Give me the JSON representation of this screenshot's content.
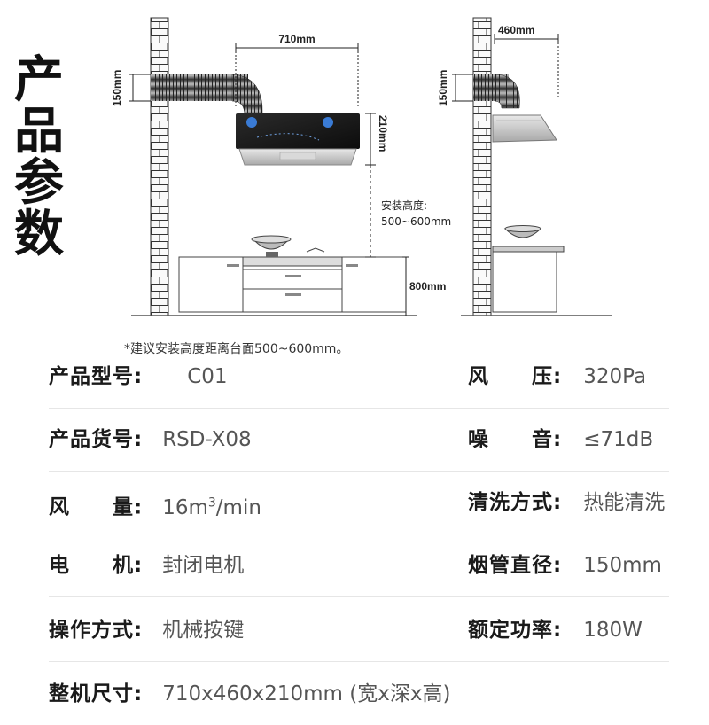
{
  "title_chars": [
    "产",
    "品",
    "参",
    "数"
  ],
  "diagram": {
    "front_width": "710mm",
    "depth": "460mm",
    "duct_height_left": "150mm",
    "duct_height_right": "150mm",
    "hood_height": "210mm",
    "install_height_label": "安装高度:",
    "install_height_value": "500~600mm",
    "counter_height": "800mm"
  },
  "note": "*建议安装高度距离台面500~600mm。",
  "specs": {
    "model": {
      "label": "产品型号:",
      "value": "C01"
    },
    "sku": {
      "label": "产品货号:",
      "value": "RSD-X08"
    },
    "airflow": {
      "label": "风　　量:",
      "value_base": "16m",
      "value_sup": "3",
      "value_unit": "/min"
    },
    "motor": {
      "label": "电　　机:",
      "value": "封闭电机"
    },
    "control": {
      "label": "操作方式:",
      "value": "机械按键"
    },
    "size": {
      "label": "整机尺寸:",
      "value": "710x460x210mm (宽x深x高)"
    },
    "pressure": {
      "label": "风　　压:",
      "value": "320Pa"
    },
    "noise": {
      "label": "噪　　音:",
      "value": "≤71dB"
    },
    "cleaning": {
      "label": "清洗方式:",
      "value": "热能清洗"
    },
    "duct": {
      "label": "烟管直径:",
      "value": "150mm"
    },
    "power": {
      "label": "额定功率:",
      "value": "180W"
    }
  }
}
